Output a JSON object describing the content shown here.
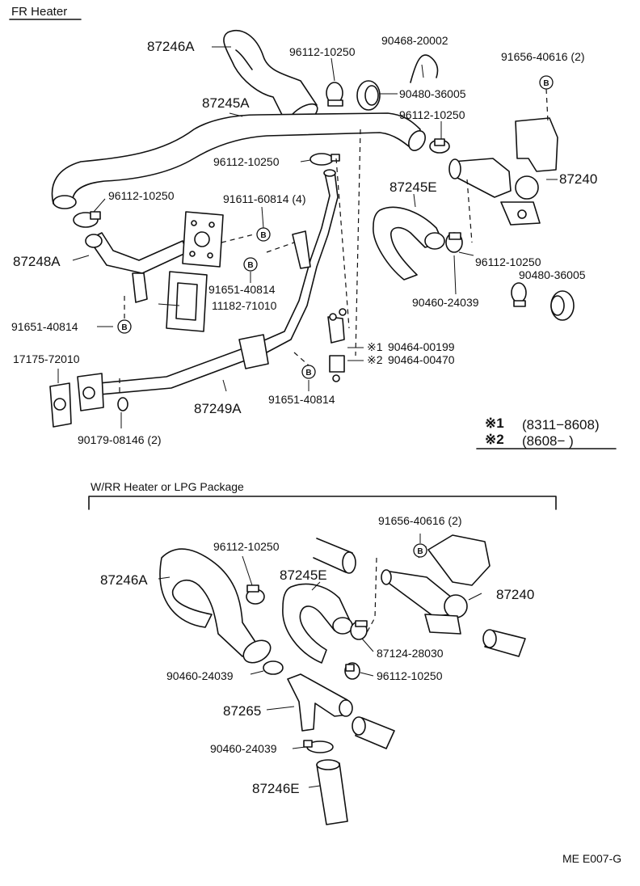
{
  "sections": {
    "fr_heater": "FR Heater",
    "rr_heater": "W/RR Heater or LPG Package"
  },
  "labels": {
    "a_87246A": "87246A",
    "a_96112_top": "96112-10250",
    "a_90468": "90468-20002",
    "a_91656": "91656-40616 (2)",
    "a_87245A": "87245A",
    "a_90480_top": "90480-36005",
    "a_96112_right": "96112-10250",
    "a_96112_mid": "96112-10250",
    "a_87240": "87240",
    "a_96112_left": "96112-10250",
    "a_91611": "91611-60814 (4)",
    "a_87245E": "87245E",
    "a_87248A": "87248A",
    "a_91651_mid": "91651-40814",
    "a_96112_r2": "96112-10250",
    "a_11182": "11182-71010",
    "a_90480_bot": "90480-36005",
    "a_90460_r": "90460-24039",
    "a_91651_left": "91651-40814",
    "a_90464_1": "90464-00199",
    "a_90464_2": "90464-00470",
    "a_17175": "17175-72010",
    "a_91651_bot": "91651-40814",
    "a_87249A": "87249A",
    "a_90179": "90179-08146 (2)",
    "b_91656": "91656-40616 (2)",
    "b_96112_top": "96112-10250",
    "b_87246A": "87246A",
    "b_87245E": "87245E",
    "b_87240": "87240",
    "b_87124": "87124-28030",
    "b_90460_top": "90460-24039",
    "b_96112_bot": "96112-10250",
    "b_87265": "87265",
    "b_90460_bot": "90460-24039",
    "b_87246E": "87246E"
  },
  "markers": {
    "b": "B",
    "note1": "※1",
    "note2": "※2"
  },
  "legend": {
    "row1_mark": "※1",
    "row1_text": "(8311−8608)",
    "row2_mark": "※2",
    "row2_text": "(8608−        )"
  },
  "footer_code": "ME E007-G"
}
